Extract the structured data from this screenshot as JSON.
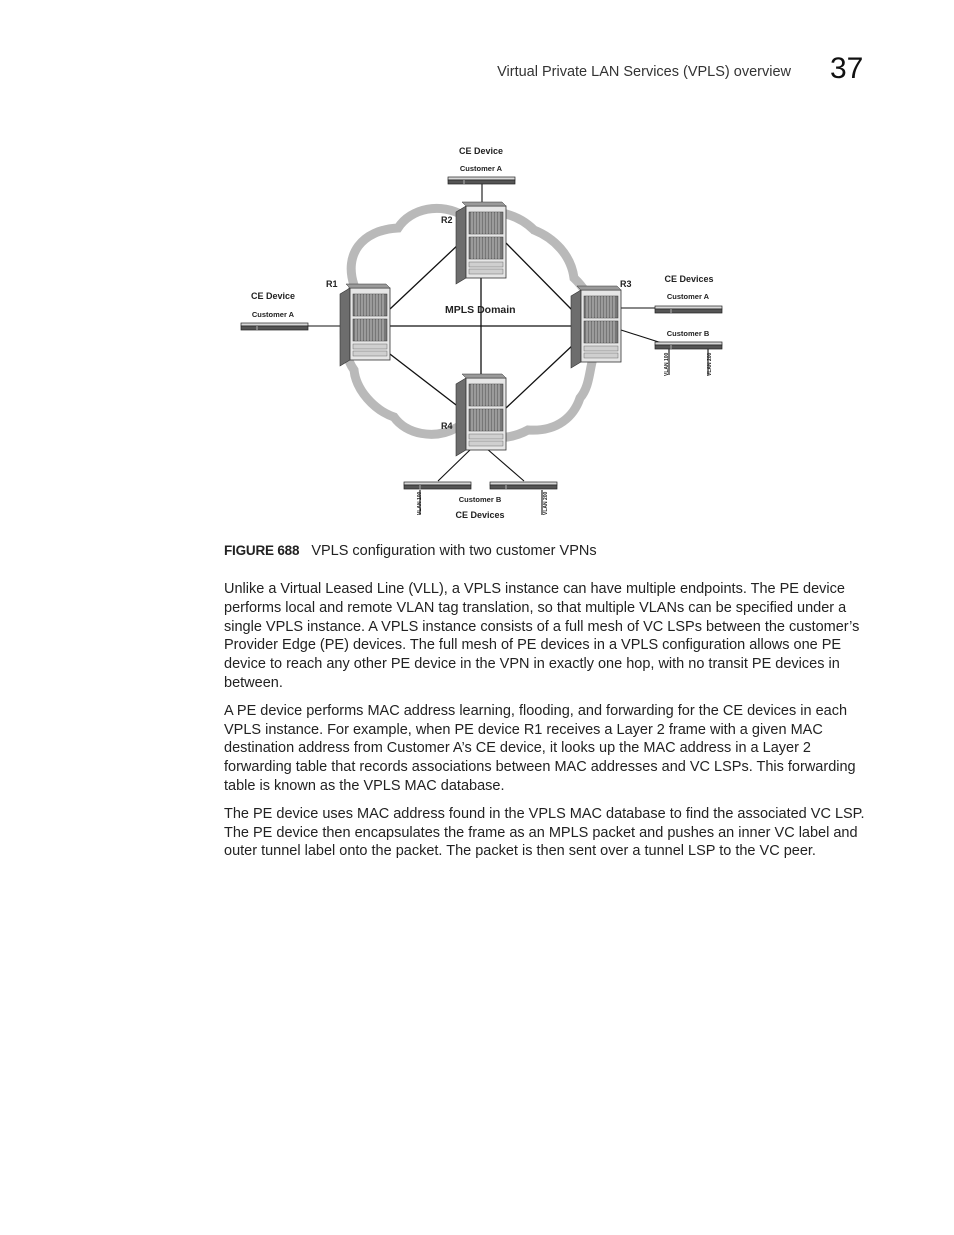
{
  "header": {
    "section_title": "Virtual Private LAN Services (VPLS) overview",
    "chapter_number": "37"
  },
  "figure": {
    "routers": [
      "R1",
      "R2",
      "R3",
      "R4"
    ],
    "domain_label": "MPLS Domain",
    "ce_top": {
      "title": "CE Device",
      "customer": "Customer A"
    },
    "ce_left": {
      "title": "CE Device",
      "customer": "Customer A"
    },
    "ce_right": {
      "title": "CE Devices",
      "customer_a": "Customer A",
      "customer_b": "Customer B",
      "vlan1": "VLAN 100",
      "vlan2": "VLAN 200"
    },
    "ce_bottom": {
      "title": "CE Devices",
      "customer": "Customer B",
      "vlan1": "VLAN 100",
      "vlan2": "VLAN 200"
    }
  },
  "caption": {
    "label": "FIGURE 688",
    "text": "VPLS configuration with two customer VPNs"
  },
  "paragraphs": [
    "Unlike a Virtual Leased Line (VLL), a VPLS instance can have multiple endpoints. The PE device performs local and remote VLAN tag translation, so that multiple VLANs can be specified under a single VPLS instance. A VPLS instance consists of a full mesh of VC LSPs between the customer’s Provider Edge (PE) devices. The full mesh of PE devices in a VPLS configuration allows one PE device to reach any other PE device in the VPN in exactly one hop, with no transit PE devices in between.",
    "A PE device performs MAC address learning, flooding, and forwarding for the CE devices in each VPLS instance. For example, when PE device R1 receives a Layer 2 frame with a given MAC destination address from Customer A’s CE device, it looks up the MAC address in a Layer 2 forwarding table that records associations between MAC addresses and VC LSPs. This forwarding table is known as the VPLS MAC database.",
    "The PE device uses MAC address found in the VPLS MAC database to find the associated VC LSP. The PE device then encapsulates the frame as an MPLS packet and pushes an inner VC label and outer tunnel label onto the packet. The packet is then sent over a tunnel LSP to the VC peer."
  ]
}
